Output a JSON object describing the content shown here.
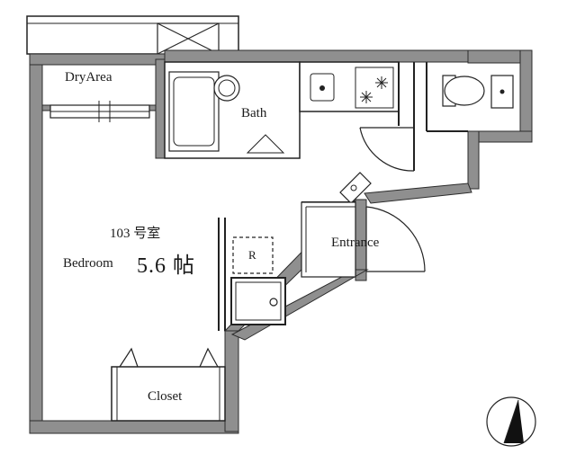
{
  "plan": {
    "unit_number": "103 号室",
    "bedroom_label": "Bedroom",
    "bedroom_size": "5.6 帖",
    "rooms": {
      "dry_area": "DryArea",
      "bath": "Bath",
      "entrance": "Entrance",
      "closet": "Closet"
    },
    "fridge_label": "R"
  },
  "colors": {
    "wall_fill": "#8f8f8f",
    "wall_edge": "#2b2b2b",
    "line": "#222222",
    "background": "#ffffff"
  },
  "icons": {
    "compass": "north-arrow-icon",
    "stove": "snowflake-burner-icon",
    "toilet": "toilet-icon",
    "washbasin": "sink-icon",
    "washer": "washing-machine-icon"
  }
}
